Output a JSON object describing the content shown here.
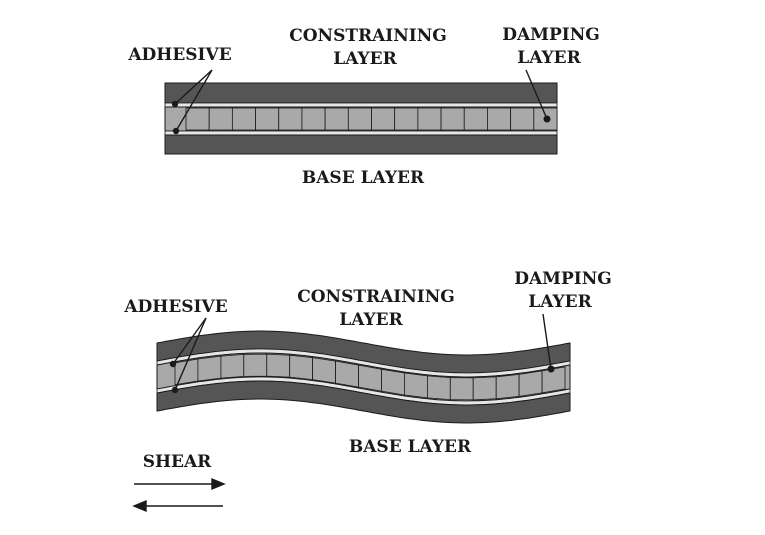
{
  "top_diagram": {
    "adhesive_label": "ADHESIVE",
    "constraining_label_line1": "CONSTRAINING",
    "constraining_label_line2": "LAYER",
    "damping_label_line1": "DAMPING",
    "damping_label_line2": "LAYER",
    "base_label": "BASE LAYER",
    "cell_count": 16
  },
  "bottom_diagram": {
    "adhesive_label": "ADHESIVE",
    "constraining_label_line1": "CONSTRAINING",
    "constraining_label_line2": "LAYER",
    "damping_label_line1": "DAMPING",
    "damping_label_line2": "LAYER",
    "base_label": "BASE LAYER",
    "cell_count": 17
  },
  "shear": {
    "label": "SHEAR"
  },
  "colors": {
    "solid_layer": "#555555",
    "adhesive": "#e6e6e6",
    "damping": "#a9a9a9",
    "outline": "#1a1a1a"
  }
}
